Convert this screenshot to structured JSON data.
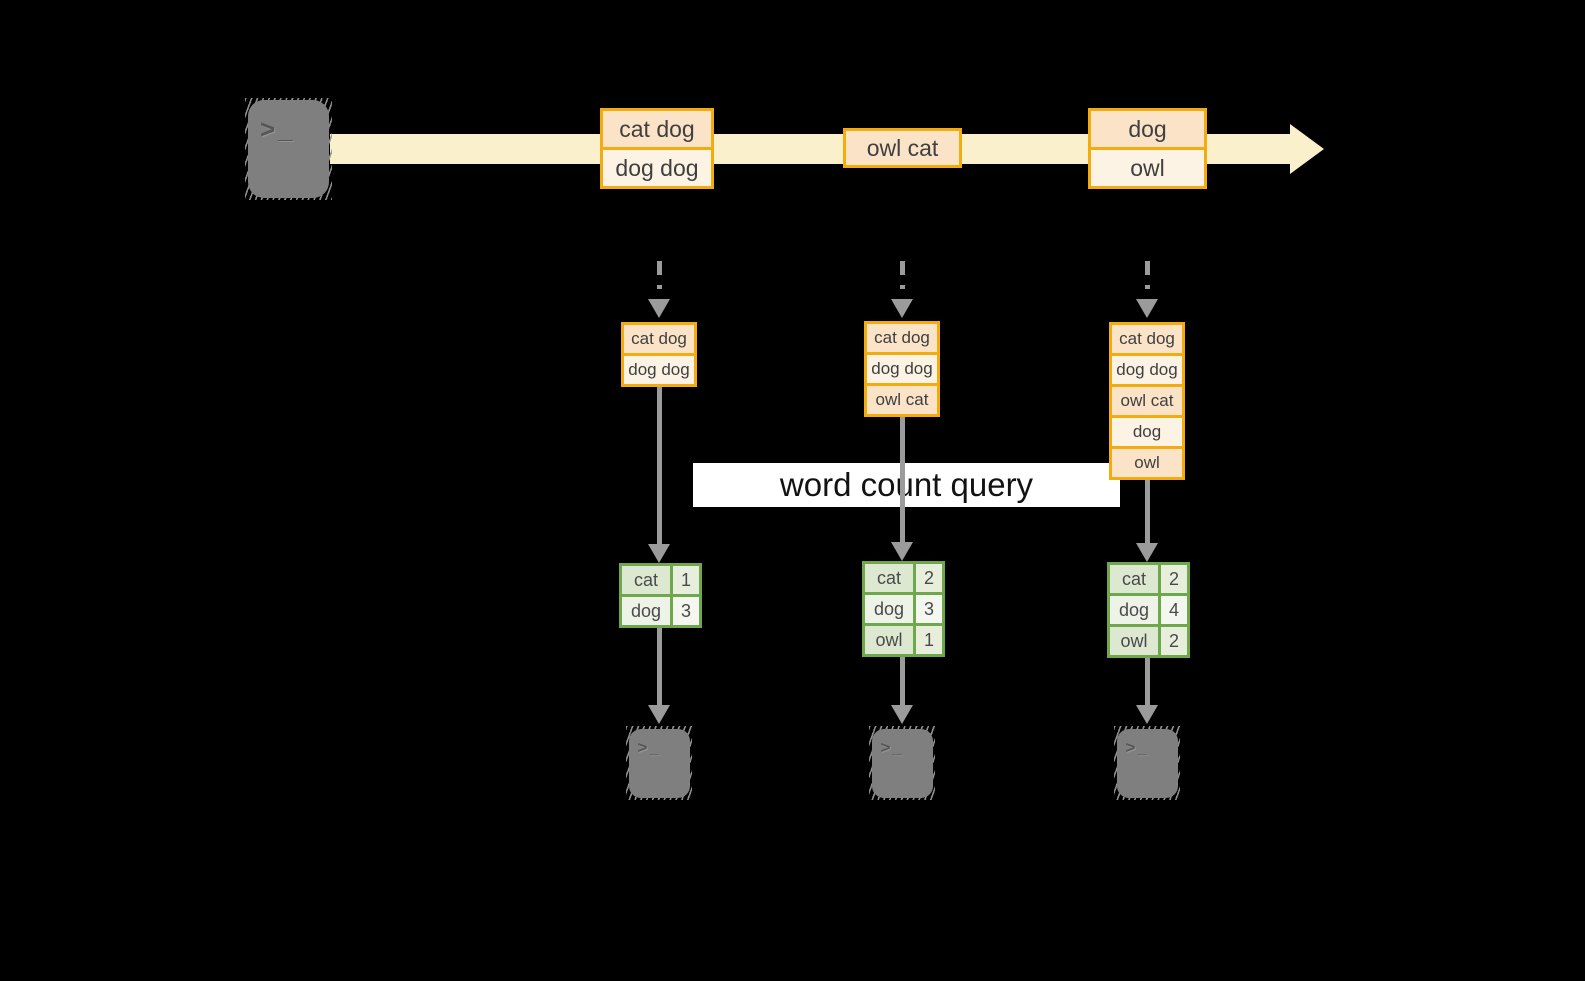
{
  "colors": {
    "background": "#000000",
    "stream_band": "#FAF0CC",
    "event_border": "#F2AC0E",
    "event_fill_dark": "#FBE3C7",
    "event_fill_light": "#FDF3E4",
    "table_border": "#6FA84C",
    "table_fill_dark": "#DDE8D0",
    "table_fill_light": "#EEF3E8",
    "arrow_gray": "#9B9B9B",
    "terminal_gray": "#7F7F7F",
    "query_box_bg": "#FFFFFF"
  },
  "icons": {
    "terminal_glyph": ">_"
  },
  "query_label": "word count query",
  "stream": {
    "events": [
      {
        "rows": [
          "cat dog",
          "dog dog"
        ]
      },
      {
        "rows": [
          "owl cat"
        ]
      },
      {
        "rows": [
          "dog",
          "owl"
        ]
      }
    ]
  },
  "columns": [
    {
      "state_rows": [
        "cat dog",
        "dog dog"
      ],
      "count_rows": [
        {
          "word": "cat",
          "count": "1"
        },
        {
          "word": "dog",
          "count": "3"
        }
      ]
    },
    {
      "state_rows": [
        "cat dog",
        "dog dog",
        "owl cat"
      ],
      "count_rows": [
        {
          "word": "cat",
          "count": "2"
        },
        {
          "word": "dog",
          "count": "3"
        },
        {
          "word": "owl",
          "count": "1"
        }
      ]
    },
    {
      "state_rows": [
        "cat dog",
        "dog dog",
        "owl cat",
        "dog",
        "owl"
      ],
      "count_rows": [
        {
          "word": "cat",
          "count": "2"
        },
        {
          "word": "dog",
          "count": "4"
        },
        {
          "word": "owl",
          "count": "2"
        }
      ]
    }
  ]
}
